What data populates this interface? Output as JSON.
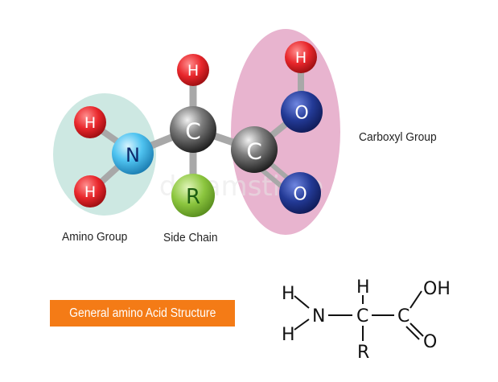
{
  "labels": {
    "amino_group": "Amino Group",
    "side_chain": "Side Chain",
    "carboxyl_group": "Carboxyl Group",
    "banner": "General amino Acid Structure",
    "watermark": "dreamstime"
  },
  "atoms": {
    "alpha_c": "C",
    "carboxyl_c": "C",
    "n": "N",
    "r": "R",
    "h_alpha": "H",
    "h_n_top": "H",
    "h_n_bottom": "H",
    "o_hydroxyl": "O",
    "h_hydroxyl": "H",
    "o_double": "O"
  },
  "formula": {
    "h_top": "H",
    "h_upper_left": "H",
    "h_lower_left": "H",
    "n": "N",
    "c_alpha": "C",
    "c_carboxyl": "C",
    "r": "R",
    "oh": "OH",
    "o": "O"
  },
  "colors": {
    "hydrogen": "#e8262b",
    "oxygen": "#233a96",
    "nitrogen": "#4fc3f0",
    "carbon": "#3a3a3a",
    "side_chain": "#8cc63f",
    "amino_bg": "#cde8e2",
    "carboxyl_bg": "#e8b4cf",
    "banner": "#f47b16"
  }
}
